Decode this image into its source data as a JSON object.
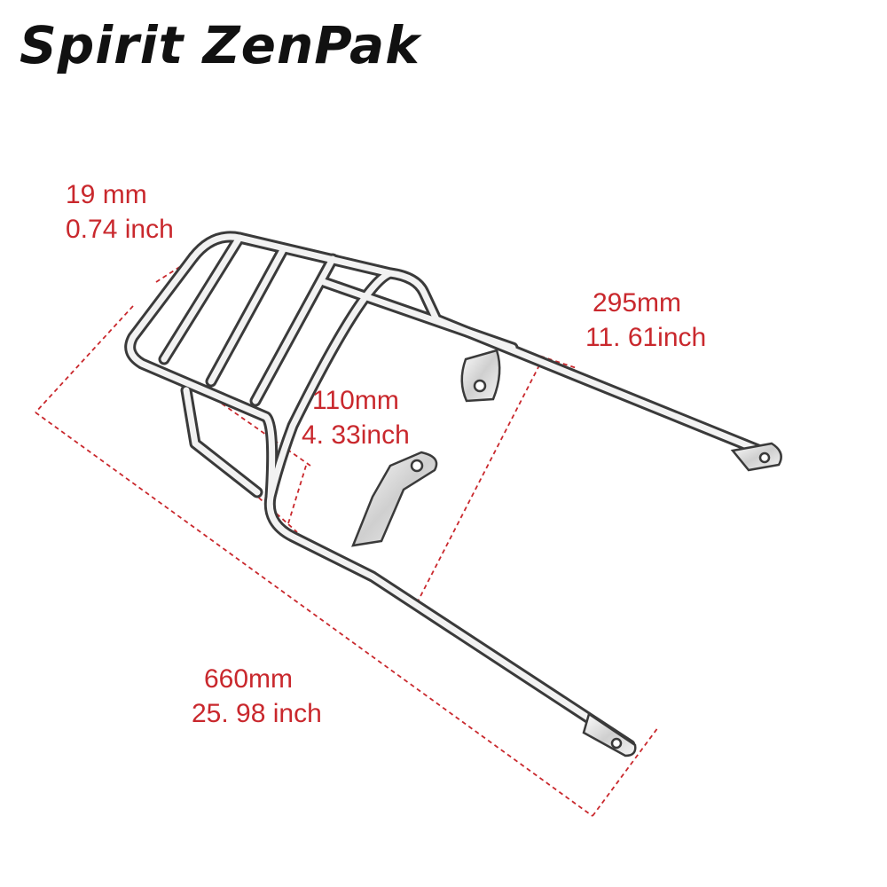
{
  "brand": "Spirit ZenPak",
  "accent_color": "#c9282d",
  "dimensions": {
    "tube": {
      "metric": "19 mm",
      "imperial": "0.74 inch"
    },
    "width": {
      "metric": "295mm",
      "imperial": "11. 61inch"
    },
    "bracket": {
      "metric": "110mm",
      "imperial": "4. 33inch"
    },
    "length": {
      "metric": "660mm",
      "imperial": "25. 98 inch"
    }
  }
}
